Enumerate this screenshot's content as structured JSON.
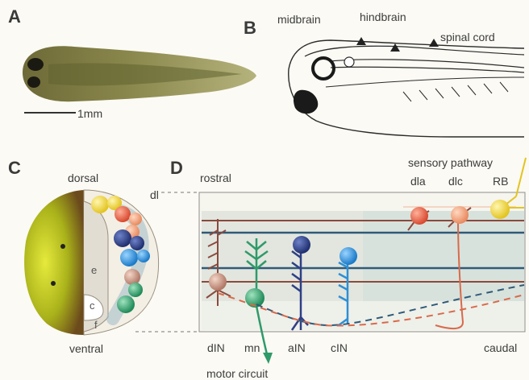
{
  "panels": {
    "a": {
      "letter": "A",
      "scale_label": "1mm"
    },
    "b": {
      "letter": "B",
      "labels": {
        "midbrain": "midbrain",
        "hindbrain": "hindbrain",
        "spinal_cord": "spinal cord"
      }
    },
    "c": {
      "letter": "C",
      "labels": {
        "dorsal": "dorsal",
        "ventral": "ventral",
        "dl": "dl",
        "e": "e",
        "c": "c",
        "f": "f"
      }
    },
    "d": {
      "letter": "D",
      "labels": {
        "rostral": "rostral",
        "caudal": "caudal",
        "sensory_pathway": "sensory pathway",
        "motor_circuit": "motor circuit"
      },
      "neurons_top": [
        "dla",
        "dlc",
        "RB"
      ],
      "neurons_bottom": [
        "dIN",
        "mn",
        "aIN",
        "cIN"
      ]
    }
  },
  "colors": {
    "line_red": "#8a4a3e",
    "line_blue": "#2f5a78",
    "dla": "#e0583a",
    "dlc": "#f2a27a",
    "rb": "#f2da3c",
    "din": "#c09080",
    "mn": "#2f9a6a",
    "ain": "#2e3f86",
    "cin": "#2f8fd4"
  }
}
